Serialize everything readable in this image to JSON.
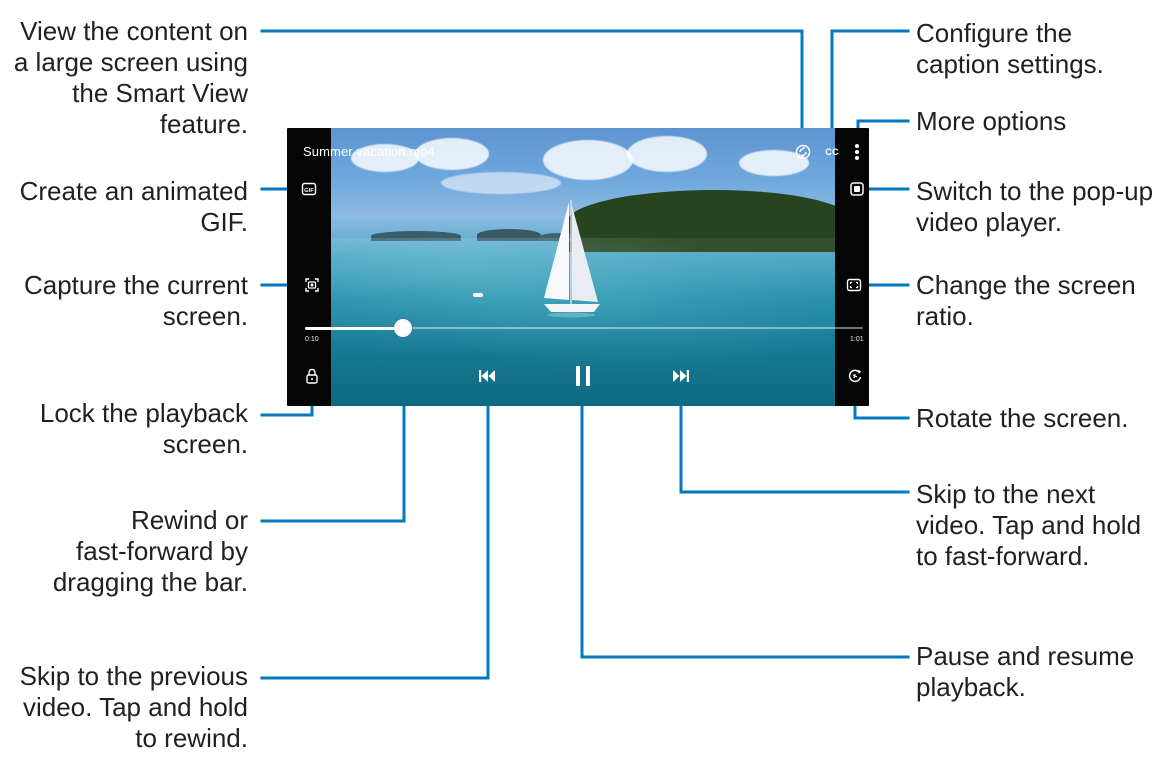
{
  "annotations": {
    "smart_view": "View the content on\na large screen using\nthe Smart View\nfeature.",
    "caption_settings": "Configure the\ncaption settings.",
    "more_options": "More options",
    "create_gif": "Create an animated\nGIF.",
    "popup_player": "Switch to the pop-up\nvideo player.",
    "capture_screen": "Capture the current\nscreen.",
    "screen_ratio": "Change the screen\nratio.",
    "lock_screen": "Lock the playback\nscreen.",
    "rotate_screen": "Rotate the screen.",
    "rewind_ff": "Rewind or\nfast-forward by\ndragging the bar.",
    "skip_next": "Skip to the next\nvideo. Tap and hold\nto fast-forward.",
    "skip_previous": "Skip to the previous\nvideo. Tap and hold\nto rewind.",
    "pause_resume": "Pause and resume\nplayback."
  },
  "player": {
    "title": "Summer vacation.mp4",
    "current_time": "0:10",
    "total_time": "1:01",
    "progress_fraction": 0.175,
    "cc_label": "CC",
    "gif_label": "GIF"
  },
  "icons": {
    "smart_view": "smart-view-icon",
    "caption": "cc-icon",
    "more": "more-options-icon",
    "gif": "gif-icon",
    "popup": "popup-player-icon",
    "capture": "capture-icon",
    "ratio": "screen-ratio-icon",
    "lock": "lock-icon",
    "rotate": "rotate-icon",
    "previous": "skip-previous-icon",
    "pause": "pause-icon",
    "next": "skip-next-icon"
  },
  "colors": {
    "callout_line": "#0079c1",
    "text": "#231f20",
    "player_bg": "#050505"
  }
}
